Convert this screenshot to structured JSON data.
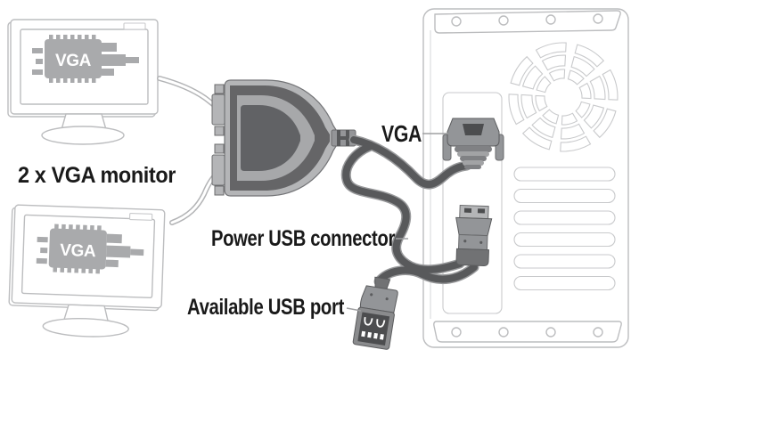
{
  "labels": {
    "monitors": "2 x VGA monitor",
    "vga_port": "VGA",
    "power_usb": "Power USB connector",
    "available_usb": "Available USB port"
  },
  "monitor_badge_text": "VGA",
  "colors": {
    "label": "#1a1a1a",
    "line_art": "#bcbdbf",
    "line_art_soft": "#c9cacc",
    "cable_core": "#58595b",
    "cable_edge": "#98999b",
    "device_body": "#939598",
    "device_light": "#b4b5b7",
    "device_mid": "#a7a8aa",
    "device_dark": "#656567",
    "device_darker": "#4c4d4f",
    "monitor_badge": "#a9aaac",
    "white": "#ffffff"
  }
}
